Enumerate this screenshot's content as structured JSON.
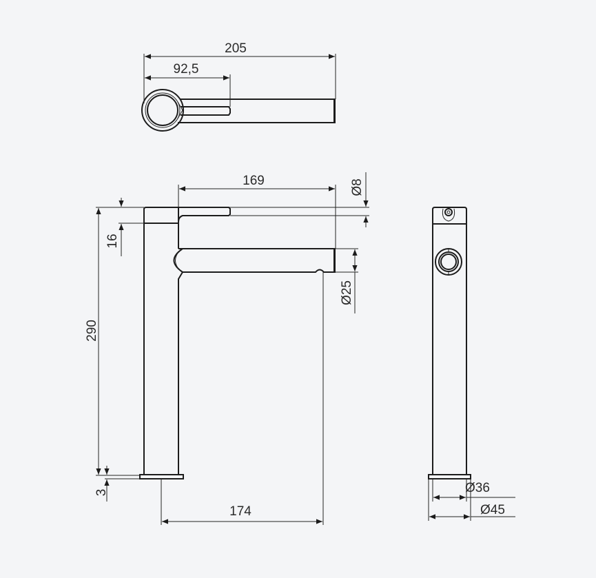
{
  "drawing": {
    "top_view": {
      "overall_length": "205",
      "lever_length": "92,5"
    },
    "front_view": {
      "spout_reach_top": "169",
      "lever_diameter": "Ø8",
      "cap_height": "16",
      "spout_diameter": "Ø25",
      "total_height": "290",
      "base_thickness": "3",
      "spout_reach_base": "174"
    },
    "side_view": {
      "body_diameter": "Ø36",
      "base_diameter": "Ø45"
    },
    "colors": {
      "background": "#f4f5f7",
      "line": "#1c1c1c"
    }
  }
}
